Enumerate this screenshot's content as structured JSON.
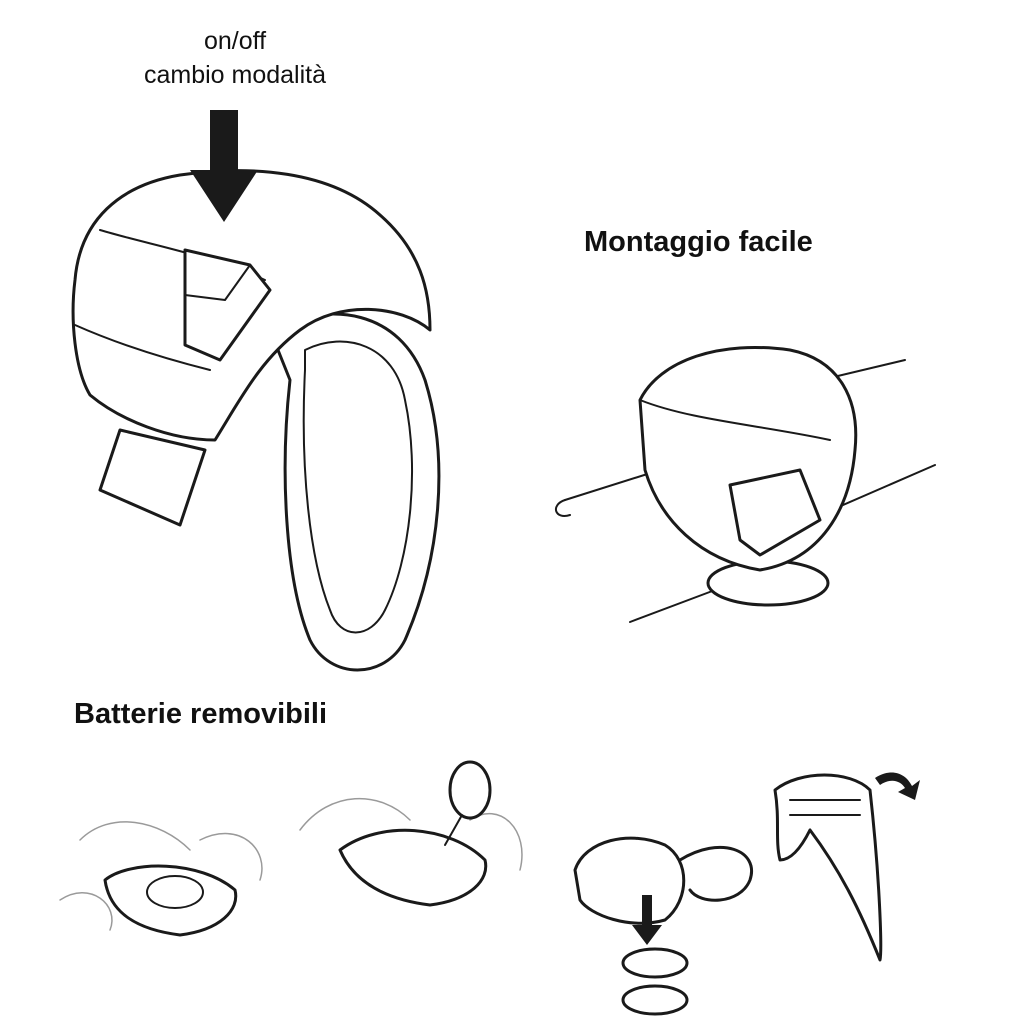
{
  "labels": {
    "onoff": "on/off",
    "mode_change": "cambio modalità",
    "mount": "Montaggio facile",
    "batteries": "Batterie removibili"
  },
  "colors": {
    "ink": "#1a1a1a",
    "background": "#ffffff",
    "sketch": "#9a9a9a"
  }
}
